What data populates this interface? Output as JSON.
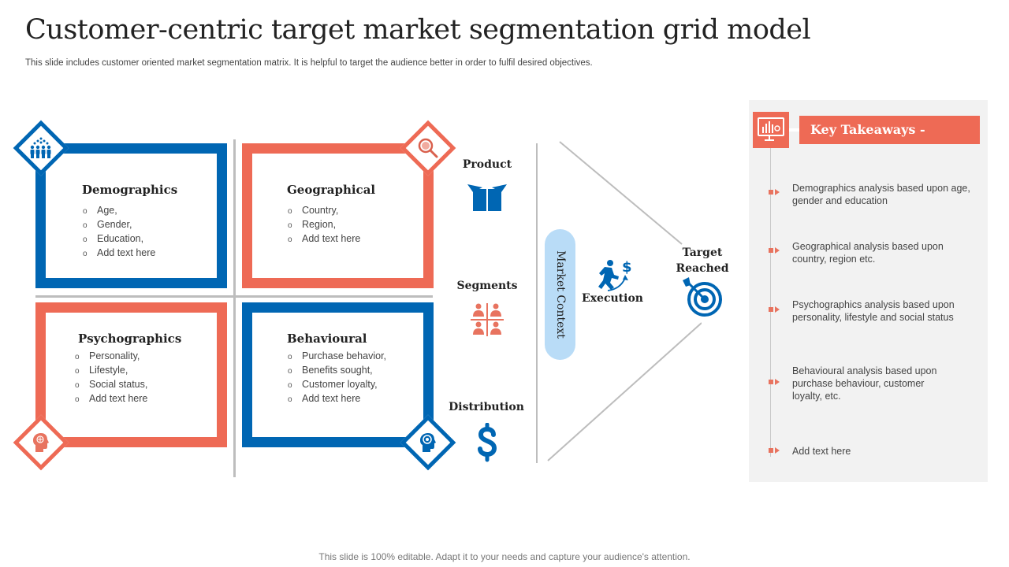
{
  "header": {
    "title": "Customer-centric target market segmentation grid model",
    "subtitle": "This slide includes customer oriented market segmentation matrix. It is helpful to target the audience better in order to fulfil desired objectives."
  },
  "colors": {
    "blue": "#0066b3",
    "coral": "#ee6a55",
    "light_blue": "#b9dcf7",
    "panel_bg": "#f2f2f2",
    "divider": "#bdbdbd"
  },
  "quadrants": [
    {
      "title": "Demographics",
      "icon": "people-group-icon",
      "color": "blue",
      "items": [
        "Age,",
        "Gender,",
        "Education,",
        "Add text here"
      ]
    },
    {
      "title": "Geographical",
      "icon": "globe-search-icon",
      "color": "coral",
      "items": [
        "Country,",
        "Region,",
        "Add text here"
      ]
    },
    {
      "title": "Psychographics",
      "icon": "brain-head-icon",
      "color": "coral",
      "items": [
        "Personality,",
        "Lifestyle,",
        "Social status,",
        "Add text here"
      ]
    },
    {
      "title": "Behavioural",
      "icon": "target-head-icon",
      "color": "blue",
      "items": [
        "Purchase behavior,",
        "Benefits sought,",
        "Customer loyalty,",
        "Add text here"
      ]
    }
  ],
  "middle": {
    "product": {
      "label": "Product",
      "icon": "open-box-icon"
    },
    "segments": {
      "label": "Segments",
      "icon": "segmented-people-icon"
    },
    "distribution": {
      "label": "Distribution",
      "icon": "dollar-icon"
    }
  },
  "funnel": {
    "market_context": "Market Context",
    "execution": "Execution",
    "execution_icon": "running-person-dollar-icon",
    "target_reached_line1": "Target",
    "target_reached_line2": "Reached",
    "target_icon": "bullseye-icon"
  },
  "key_takeaways": {
    "title": "Key Takeaways -",
    "icon": "monitor-chart-icon",
    "items": [
      "Demographics analysis based upon age, gender and education",
      "Geographical analysis based upon country, region etc.",
      "Psychographics analysis based upon personality, lifestyle and social status",
      "Behavioural  analysis based upon purchase behaviour,  customer loyalty, etc.",
      "Add text here"
    ]
  },
  "footer": {
    "text": "This slide is 100% editable. Adapt it to your needs and capture your audience's attention."
  }
}
